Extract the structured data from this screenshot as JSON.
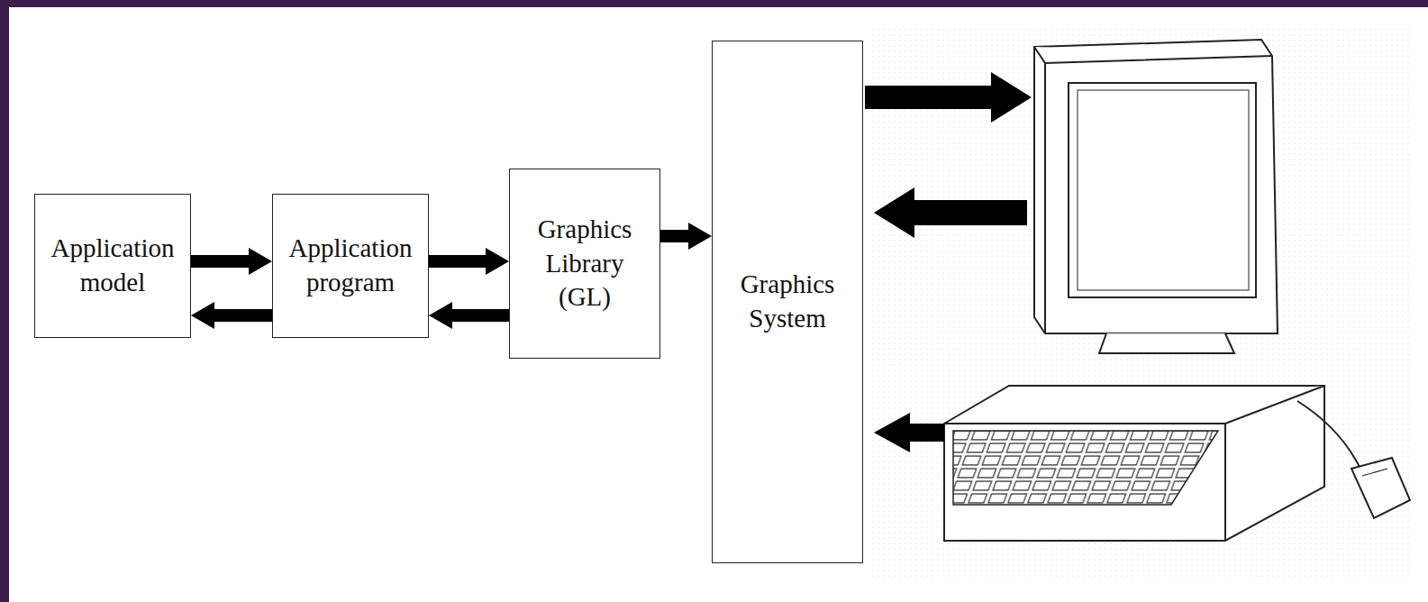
{
  "diagram": {
    "nodes": [
      {
        "text": [
          "Application model"
        ]
      },
      {
        "text": [
          "Application program"
        ]
      },
      {
        "text": [
          "Graphics Library (GL)"
        ]
      },
      {
        "text": [
          "Graphics System"
        ]
      }
    ],
    "edges": [
      {
        "from": 0,
        "to": 1,
        "arrow": "to"
      },
      {
        "from": 1,
        "to": 0,
        "arrow": "to"
      },
      {
        "from": 1,
        "to": 2,
        "arrow": "to"
      },
      {
        "from": 2,
        "to": 1,
        "arrow": "to"
      },
      {
        "from": 2,
        "to": 3,
        "arrow": "to"
      }
    ]
  }
}
